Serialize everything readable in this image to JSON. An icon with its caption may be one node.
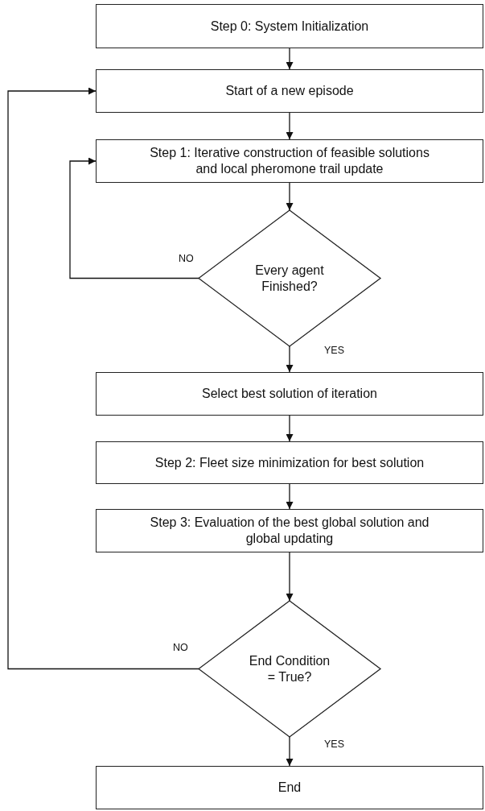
{
  "diagram": {
    "nodes": [
      {
        "text": [
          "Step 0: System Initialization"
        ]
      },
      {
        "text": [
          "Start of a new episode"
        ]
      },
      {
        "text": [
          "Step 1: Iterative construction of feasible solutions and local pheromone trail update"
        ]
      },
      {
        "text": [
          "Every agent Finished?"
        ]
      },
      {
        "text": [
          "Select best solution of iteration"
        ]
      },
      {
        "text": [
          "Step 2: Fleet size minimization for best solution"
        ]
      },
      {
        "text": [
          "Step 3: Evaluation of the best global solution and global updating"
        ]
      },
      {
        "text": [
          "End Condition = True?"
        ]
      },
      {
        "text": [
          "End"
        ]
      }
    ],
    "edges": [
      {
        "from": 0,
        "to": 1,
        "arrow": "to"
      },
      {
        "from": 1,
        "to": 2,
        "arrow": "to"
      },
      {
        "from": 2,
        "to": 3,
        "arrow": "to"
      },
      {
        "from": 3,
        "to": 2,
        "arrow": "to",
        "label": "NO"
      },
      {
        "from": 3,
        "to": 4,
        "arrow": "to",
        "label": "YES"
      },
      {
        "from": 4,
        "to": 5,
        "arrow": "to"
      },
      {
        "from": 5,
        "to": 6,
        "arrow": "to"
      },
      {
        "from": 6,
        "to": 7,
        "arrow": "to"
      },
      {
        "from": 7,
        "to": 1,
        "arrow": "to",
        "label": "NO"
      },
      {
        "from": 7,
        "to": 8,
        "arrow": "to",
        "label": "YES"
      }
    ]
  }
}
